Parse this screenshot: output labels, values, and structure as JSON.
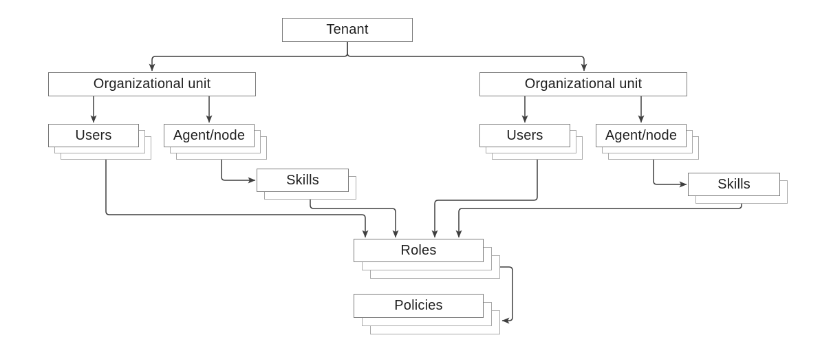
{
  "diagram": {
    "type": "hierarchy-flowchart",
    "nodes": {
      "tenant": {
        "label": "Tenant",
        "stacked": false
      },
      "org_left": {
        "label": "Organizational unit",
        "stacked": false
      },
      "org_right": {
        "label": "Organizational unit",
        "stacked": false
      },
      "users_left": {
        "label": "Users",
        "stacked": true
      },
      "agent_left": {
        "label": "Agent/node",
        "stacked": true
      },
      "users_right": {
        "label": "Users",
        "stacked": true
      },
      "agent_right": {
        "label": "Agent/node",
        "stacked": true
      },
      "skills_left": {
        "label": "Skills",
        "stacked": true
      },
      "skills_right": {
        "label": "Skills",
        "stacked": true
      },
      "roles": {
        "label": "Roles",
        "stacked": true
      },
      "policies": {
        "label": "Policies",
        "stacked": true
      }
    },
    "edges": [
      {
        "from": "tenant",
        "to": "org_left"
      },
      {
        "from": "tenant",
        "to": "org_right"
      },
      {
        "from": "org_left",
        "to": "users_left"
      },
      {
        "from": "org_left",
        "to": "agent_left"
      },
      {
        "from": "org_right",
        "to": "users_right"
      },
      {
        "from": "org_right",
        "to": "agent_right"
      },
      {
        "from": "agent_left",
        "to": "skills_left"
      },
      {
        "from": "agent_right",
        "to": "skills_right"
      },
      {
        "from": "users_left",
        "to": "roles"
      },
      {
        "from": "skills_left",
        "to": "roles"
      },
      {
        "from": "users_right",
        "to": "roles"
      },
      {
        "from": "skills_right",
        "to": "roles"
      },
      {
        "from": "roles",
        "to": "policies"
      }
    ],
    "colors": {
      "background": "#ffffff",
      "box_fill": "#ffffff",
      "box_border": "#7a7a7a",
      "stack_layer_border": "#a8a8a8",
      "connector": "#3f3f3f",
      "text": "#1f1f1f"
    }
  }
}
